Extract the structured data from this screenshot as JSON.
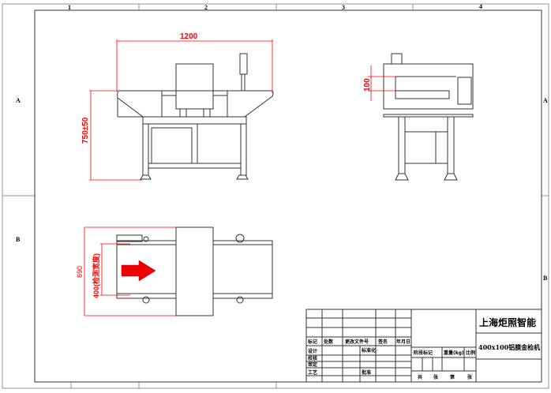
{
  "frame": {
    "columns": [
      "1",
      "2",
      "3",
      "4"
    ],
    "rows": [
      "A",
      "B"
    ]
  },
  "dimensions": {
    "length": "1200",
    "height": "750±50",
    "aperture_height": "100",
    "overall_width": "690",
    "detect_width": "400(检测宽度)"
  },
  "title_block": {
    "company": "上海炬照智能",
    "product": "400x100铝膜金检机",
    "headers": [
      "标记",
      "处数",
      "更改文件号",
      "签名",
      "年月日"
    ],
    "roles": [
      "设计",
      "校核",
      "审定",
      "工艺"
    ],
    "standardization": "标准化",
    "approve": "批准",
    "stage_mark": "阶段标记",
    "weight": "重量(kg)",
    "scale": "比例",
    "sheet_total": "共",
    "sheet_unit": "张",
    "sheet_no": "第",
    "sheet_unit2": "张"
  },
  "colors": {
    "dimension": "#ff0000",
    "arrow": "#ee0000",
    "line": "#333333"
  }
}
